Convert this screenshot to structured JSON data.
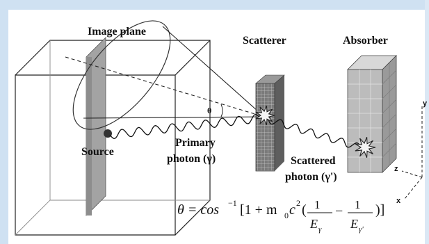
{
  "labels": {
    "image_plane": "Image plane",
    "scatterer": "Scatterer",
    "absorber": "Absorber",
    "source": "Source",
    "primary_line1": "Primary",
    "primary_line2": "photon (γ)",
    "scattered_line1": "Scattered",
    "scattered_line2": "photon (γ')",
    "theta": "θ"
  },
  "axes": {
    "y": "y",
    "z": "z",
    "x": "x"
  },
  "equation": {
    "lhs": "θ = cos",
    "inverse": "−1",
    "bracket_open": "[1 + m",
    "m_sub": "0",
    "c": "c",
    "c_sup": "2",
    "paren_open": "(",
    "one": "1",
    "minus": "−",
    "E": "E",
    "gamma_sub": "γ",
    "gamma_prime_sub": "γ'",
    "close": ")]"
  },
  "colors": {
    "frame": "#cfe1f2",
    "plane_fill": "#9c9c9c",
    "scatterer_fill": "#8a8a8a",
    "absorber_fill": "#b5b5b5",
    "line": "#222222"
  }
}
